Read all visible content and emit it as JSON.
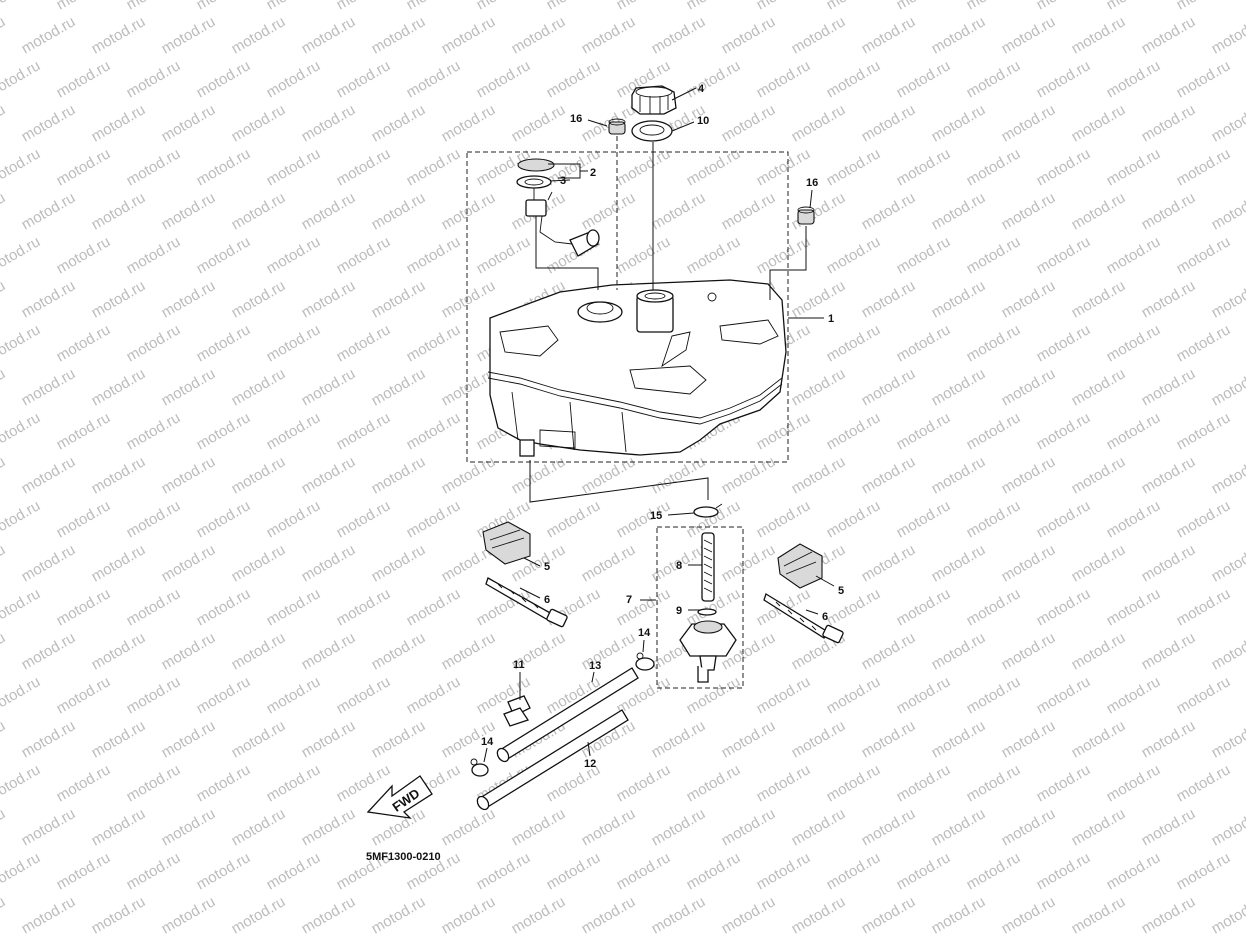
{
  "watermark": "motod.ru",
  "diagram_code": "5MF1300-0210",
  "forward_label": "FWD",
  "callouts": {
    "fuel_tank": "1",
    "gauge_seal_a": "2",
    "gauge_seal_b": "3",
    "filler_cap": "4",
    "damper_left": "5",
    "damper_right": "5",
    "band_left": "6",
    "band_right": "6",
    "fuel_cock": "7",
    "strainer": "8",
    "o_ring": "9",
    "cap_gasket": "10",
    "hose_clip": "11",
    "fuel_hose": "12",
    "breather_hose": "13",
    "clip_upper": "14",
    "clip_lower": "14",
    "clip_cock": "15",
    "grommet_top": "16",
    "grommet_right": "16"
  }
}
